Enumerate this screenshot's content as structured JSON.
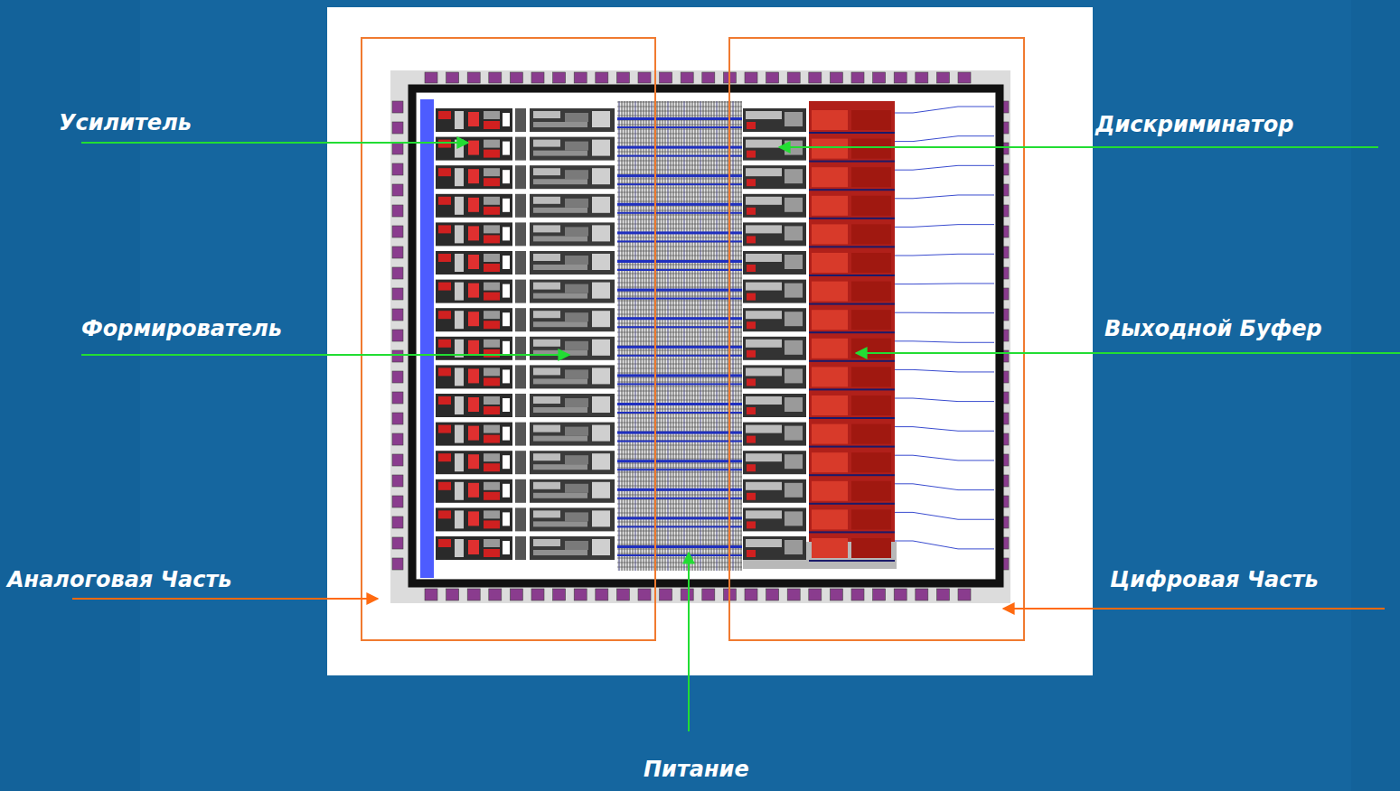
{
  "diagram": {
    "labels": [
      "Усилитель",
      "Дискриминатор",
      "Формирователь",
      "Выходной Буфер",
      "Аналоговая Часть",
      "Цифровая Часть",
      "Питание"
    ]
  }
}
